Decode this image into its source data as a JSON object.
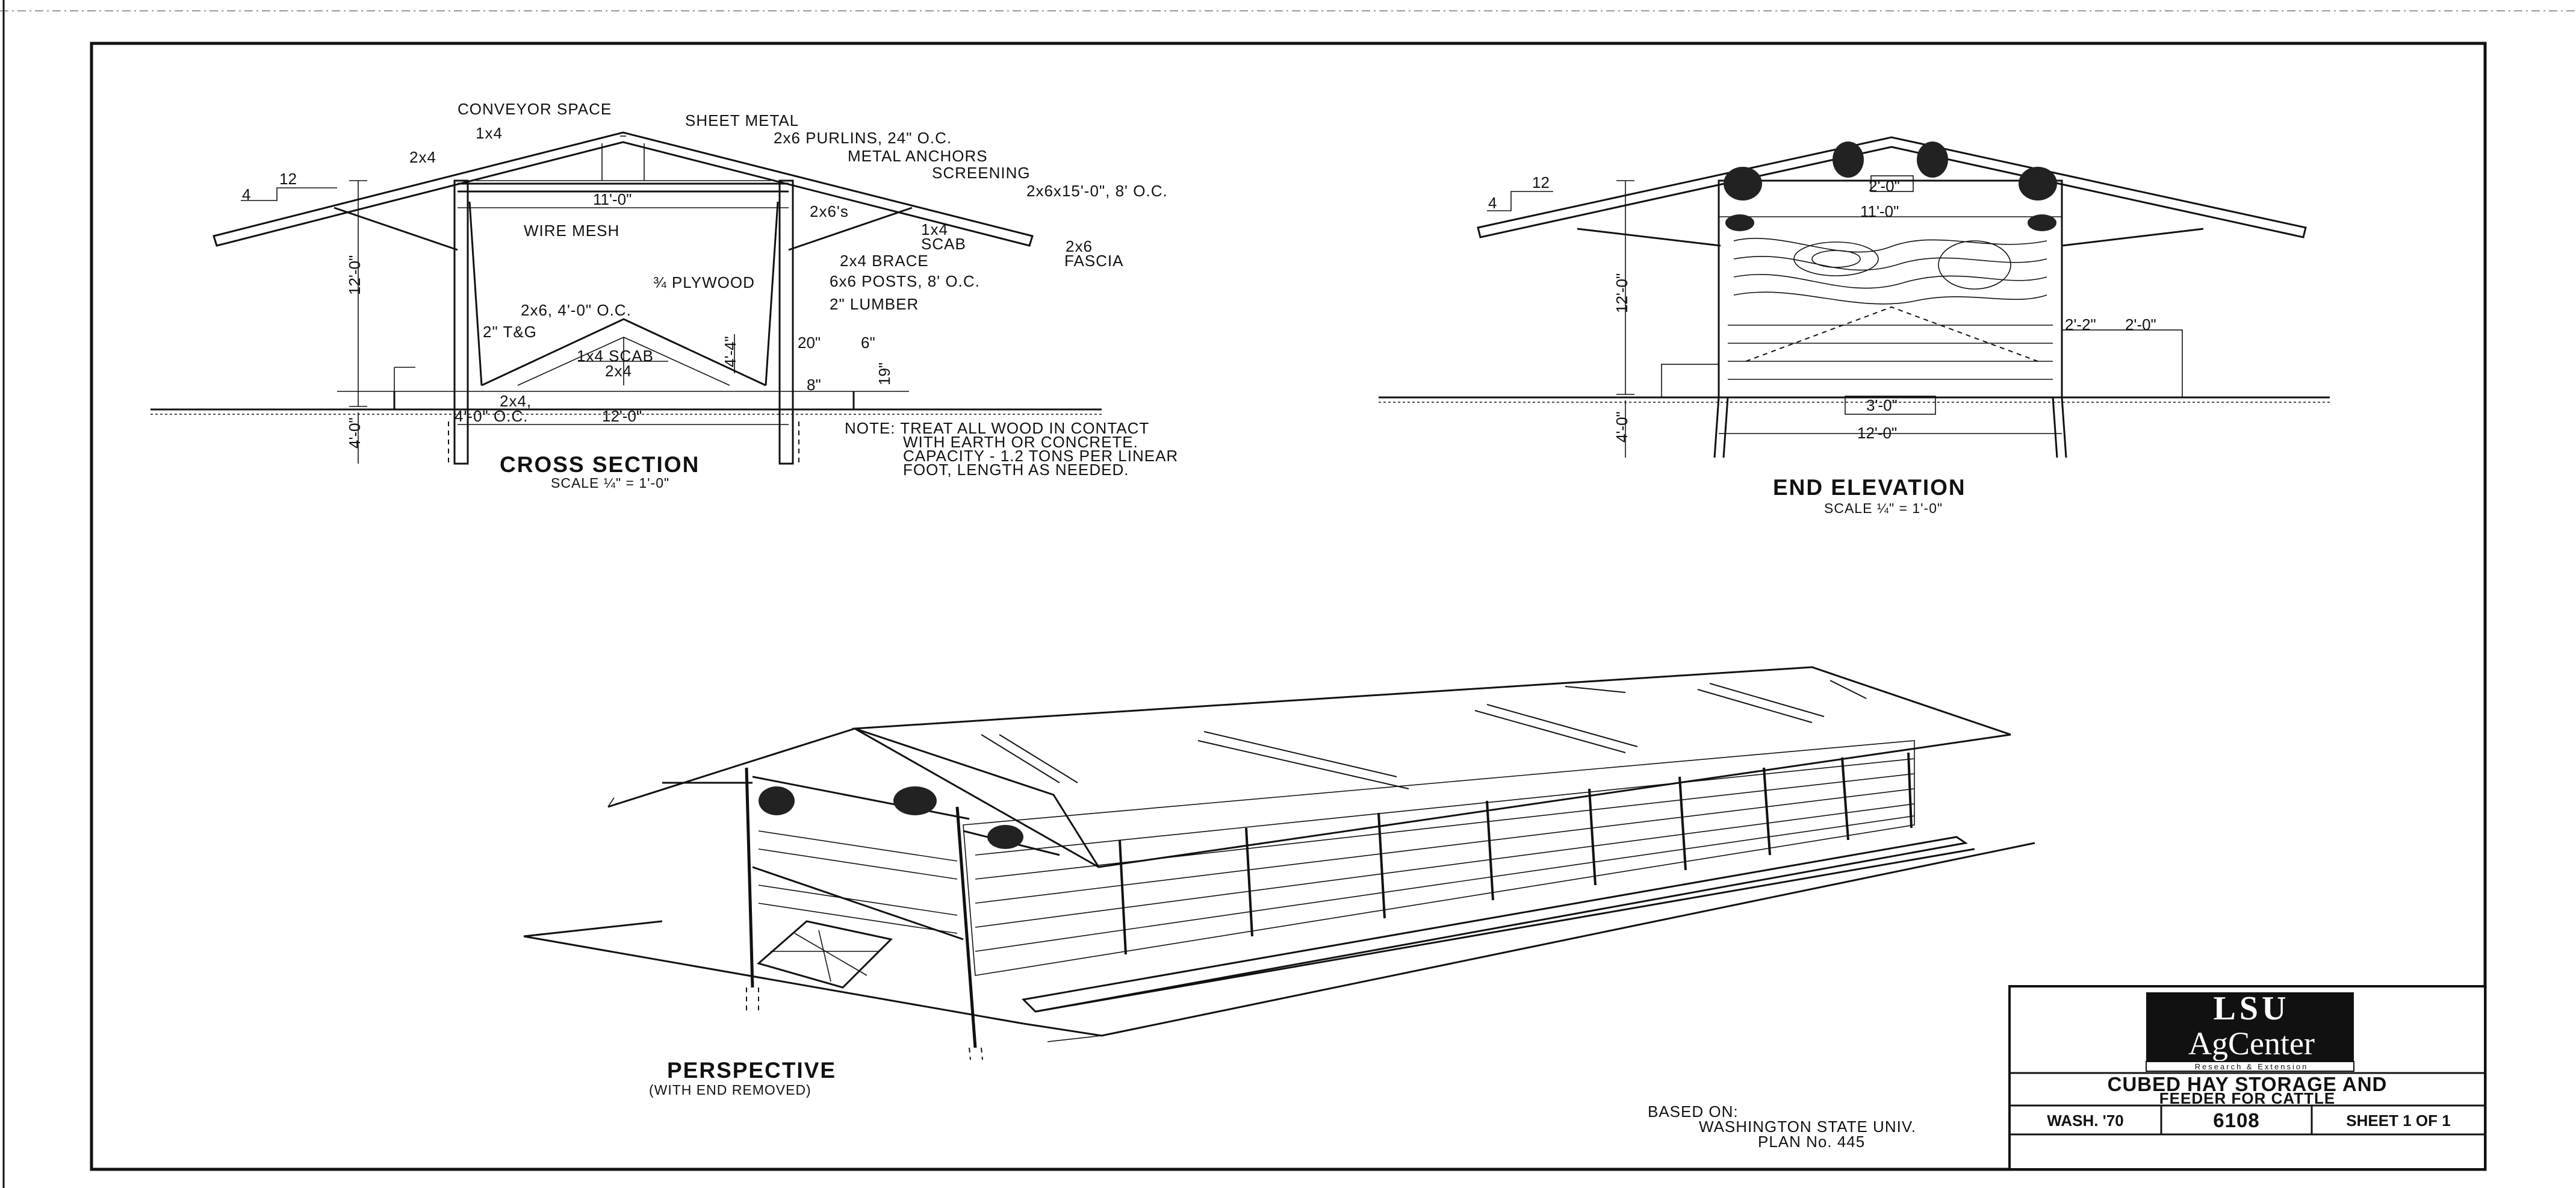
{
  "drawing": {
    "cross_section": {
      "title": "CROSS SECTION",
      "scale": "SCALE ¼\" = 1'-0\"",
      "pitch": {
        "rise": "4",
        "run": "12"
      },
      "labels": {
        "conveyor_space": "CONVEYOR SPACE",
        "sheet_metal": "SHEET METAL",
        "one_by_four": "1x4",
        "two_by_four": "2x4",
        "purlins": "2x6 PURLINS, 24\" O.C.",
        "metal_anchors": "METAL ANCHORS",
        "screening": "SCREENING",
        "rafters": "2x6x15'-0\", 8' O.C.",
        "wire_mesh": "WIRE MESH",
        "two_by_sixes": "2x6's",
        "scab_1x4": "1x4",
        "scab_word": "SCAB",
        "fascia_size": "2x6",
        "fascia": "FASCIA",
        "brace": "2x4 BRACE",
        "plywood": "¾ PLYWOOD",
        "posts": "6x6 POSTS, 8' O.C.",
        "lumber": "2\" LUMBER",
        "trough_joist": "2x6, 4'-0\" O.C.",
        "tg": "2\" T&G",
        "inner_scab": "1x4 SCAB",
        "inner_2x4": "2x4",
        "sill": "2x4,",
        "sill_spacing": "4'-0\" O.C."
      },
      "dims": {
        "span": "11'-0\"",
        "height": "12'-0\"",
        "footing": "4'-0\"",
        "base": "12'-0\"",
        "trough_h": "4'-4\"",
        "d20": "20\"",
        "d6": "6\"",
        "d19": "19\"",
        "d8": "8\""
      },
      "note": [
        "NOTE: TREAT ALL WOOD IN CONTACT",
        "WITH EARTH OR CONCRETE.",
        "CAPACITY - 1.2 TONS PER LINEAR",
        "FOOT, LENGTH AS NEEDED."
      ]
    },
    "end_elevation": {
      "title": "END ELEVATION",
      "scale": "SCALE ¼\" = 1'-0\"",
      "pitch": {
        "rise": "4",
        "run": "12"
      },
      "dims": {
        "conveyor": "2'-0\"",
        "span": "11'-0\"",
        "height": "12'-0\"",
        "footing": "4'-0\"",
        "door": "3'-0\"",
        "base": "12'-0\"",
        "trough_a": "2'-2\"",
        "trough_b": "2'-0\""
      }
    },
    "perspective": {
      "title": "PERSPECTIVE",
      "subtitle": "(WITH END REMOVED)"
    },
    "based_on": [
      "BASED ON:",
      "WASHINGTON STATE UNIV.",
      "PLAN No. 445"
    ],
    "title_block": {
      "logo_top": "LSU",
      "logo_main": "AgCenter",
      "logo_sub": "Research & Extension",
      "title_line1": "CUBED HAY STORAGE AND",
      "title_line2": "FEEDER FOR CATTLE",
      "origin": "WASH. '70",
      "plan_no": "6108",
      "sheet": "SHEET 1 OF 1"
    }
  }
}
